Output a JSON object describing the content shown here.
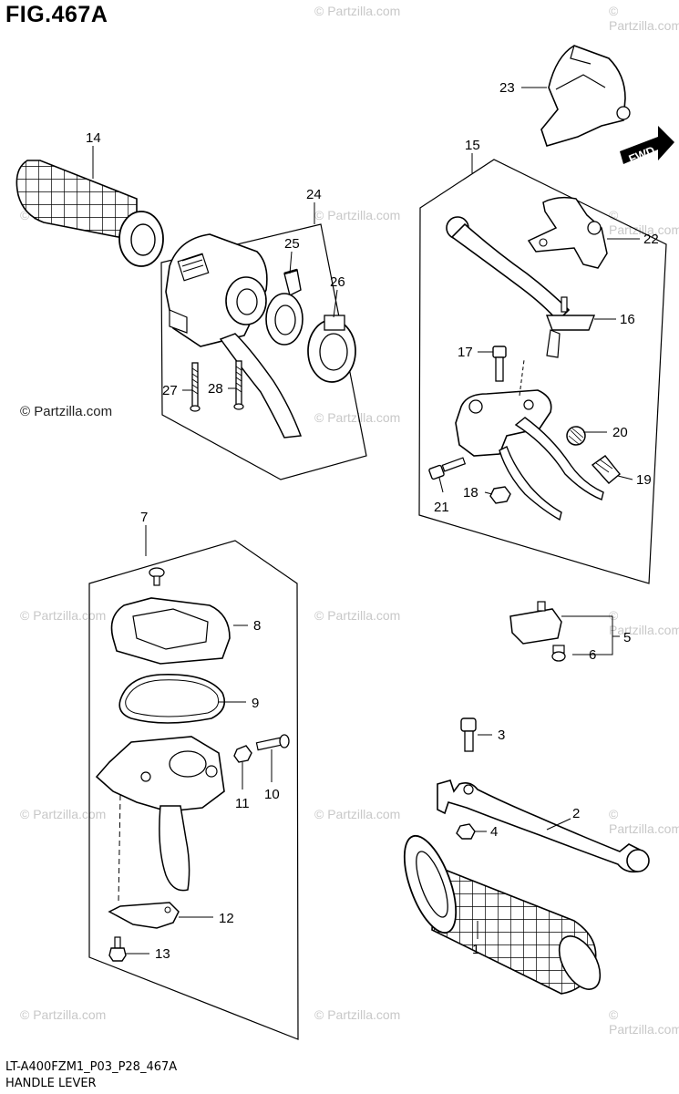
{
  "figure": {
    "title": "FIG.467A",
    "model_code": "LT-A400FZM1_P03_P28_467A",
    "section_name": "HANDLE LEVER",
    "fwd_label": "FWD"
  },
  "watermark": {
    "text": "© Partzilla.com"
  },
  "callouts": {
    "c1": "1",
    "c2": "2",
    "c3": "3",
    "c4": "4",
    "c5": "5",
    "c6": "6",
    "c7": "7",
    "c8": "8",
    "c9": "9",
    "c10": "10",
    "c11": "11",
    "c12": "12",
    "c13": "13",
    "c14": "14",
    "c15": "15",
    "c16": "16",
    "c17": "17",
    "c18": "18",
    "c19": "19",
    "c20": "20",
    "c21": "21",
    "c22": "22",
    "c23": "23",
    "c24": "24",
    "c25": "25",
    "c26": "26",
    "c27": "27",
    "c28": "28"
  }
}
